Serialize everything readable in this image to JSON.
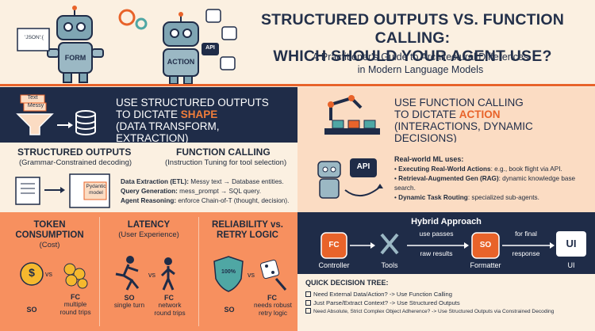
{
  "header": {
    "title_line1": "STRUCTURED OUTPUTS VS. FUNCTION CALLING:",
    "title_line2": "WHICH SHOULD YOUR AGENT USE?",
    "subtitle_line1": "A Practitioner's Guide to Architectural Differences",
    "subtitle_line2": "in Modern Language Models",
    "robot_left_label": "FORM",
    "robot_right_label": "ACTION",
    "json_tag": "'JSON':{",
    "api_tag": "API"
  },
  "banner_left": {
    "icon_text_top": "Text",
    "icon_text_bottom": "Messy",
    "line1": "USE STRUCTURED OUTPUTS",
    "line2_prefix": "TO DICTATE ",
    "line2_highlight": "SHAPE",
    "line3": "(DATA TRANSFORM, EXTRACTION)"
  },
  "banner_right": {
    "line1": "USE FUNCTION CALLING",
    "line2_prefix": "TO DICTATE ",
    "line2_highlight": "ACTION",
    "line3": "(INTERACTIONS, DYNAMIC DECISIONS)"
  },
  "mid_left": {
    "so_title": "STRUCTURED OUTPUTS",
    "so_sub": "(Grammar-Constrained decoding)",
    "fc_title": "FUNCTION CALLING",
    "fc_sub": "(Instruction Tuning for tool selection)",
    "doc_label": "Pydantic model",
    "items": [
      {
        "bold": "Data Extraction (ETL):",
        "text": " Messy text → Database entities."
      },
      {
        "bold": "Query Generation:",
        "text": " mess_prompt → SQL query."
      },
      {
        "bold": "Agent Reasoning:",
        "text": " enforce Chain-of-T (thought, decision)."
      }
    ]
  },
  "mid_right": {
    "api_label": "API",
    "heading": "Real-world ML uses:",
    "items": [
      {
        "bold": "Executing Real-World Actions",
        "text": ": e.g., book flight via API."
      },
      {
        "bold": "Retrieval-Augmented Gen (RAG)",
        "text": ": dynamic knowledge base search."
      },
      {
        "bold": "Dynamic Task Routing",
        "text": ": specialized sub-agents."
      }
    ]
  },
  "metrics": [
    {
      "title": "TOKEN CONSUMPTION",
      "sub": "(Cost)",
      "left_label": "SO",
      "left_desc": "",
      "right_label": "FC",
      "right_desc": "multiple round trips",
      "vs": "vs"
    },
    {
      "title": "LATENCY",
      "sub": "(User Experience)",
      "left_label": "SO",
      "left_desc": "single turn",
      "right_label": "FC",
      "right_desc": "network round trips",
      "vs": "vs"
    },
    {
      "title": "RELIABILITY vs. RETRY LOGIC",
      "sub": "",
      "left_label": "SO",
      "left_desc": "",
      "right_label": "FC",
      "right_desc": "needs robust retry logic",
      "vs": "vs",
      "shield_text": "100%"
    }
  ],
  "metric_symbols": {
    "coin": "$"
  },
  "hybrid": {
    "title": "Hybrid Approach",
    "controller_icon": "FC",
    "controller_label": "Controller",
    "tools_label": "Tools",
    "arrow1_line1": "use passes",
    "arrow1_line2": "raw results",
    "formatter_icon": "SO",
    "formatter_label": "Formatter",
    "arrow2_line1": "for final",
    "arrow2_line2": "response",
    "ui_icon": "UI",
    "ui_label": "UI"
  },
  "decision_tree": {
    "title": "QUICK DECISION TREE:",
    "items": [
      "Need External Data/Action? -> Use Function Calling",
      "Just Parse/Extract Context? -> Use Structured Outputs",
      "Need Absolute, Strict Complex Object Adherence? -> Use Structured Outputs via Constrained Decoding"
    ]
  },
  "colors": {
    "navy": "#1f2c48",
    "orange": "#e8632a",
    "peach": "#fbdcc3",
    "salmon": "#f7905f",
    "cream": "#fbf0e1",
    "teal": "#4fa7a4"
  }
}
